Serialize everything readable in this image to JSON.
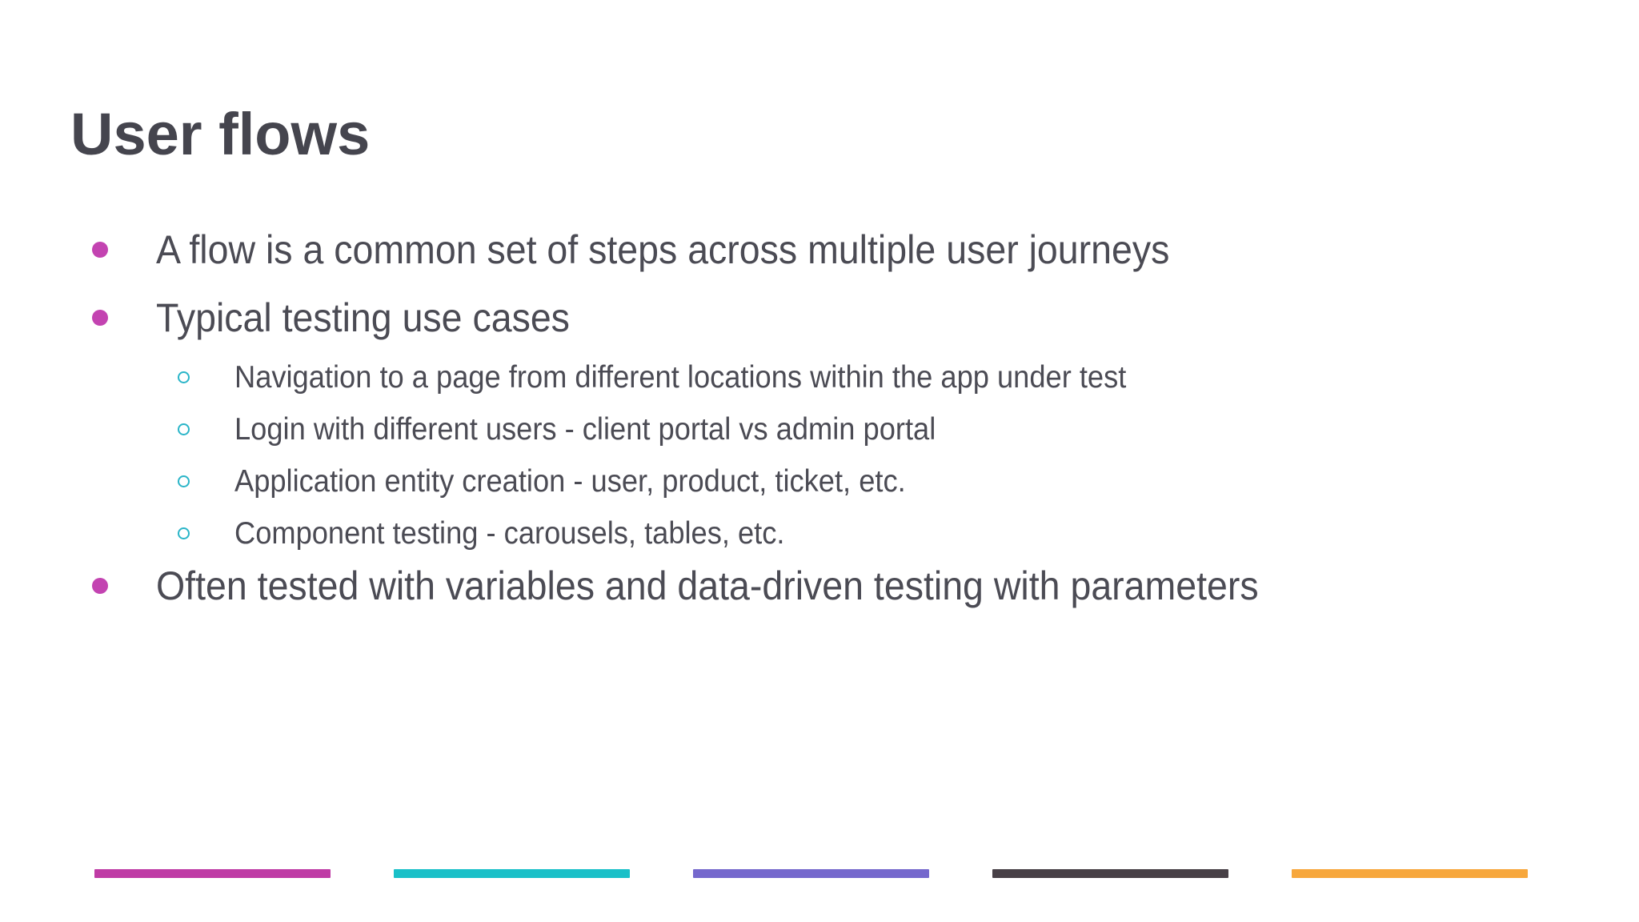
{
  "slide": {
    "title": "User flows",
    "bullets": [
      {
        "level": 1,
        "text": "A flow is a common set of steps across multiple user journeys"
      },
      {
        "level": 1,
        "text": "Typical testing use cases"
      },
      {
        "level": 2,
        "text": "Navigation to a page from different locations within the app under test"
      },
      {
        "level": 2,
        "text": "Login with different users - client portal vs admin portal"
      },
      {
        "level": 2,
        "text": "Application entity creation - user, product, ticket, etc."
      },
      {
        "level": 2,
        "text": "Component testing - carousels, tables, etc."
      },
      {
        "level": 1,
        "text": "Often tested with variables and data-driven testing with parameters"
      }
    ],
    "colors": {
      "background": "#ffffff",
      "title_text": "#45454e",
      "body_text": "#4b4b54",
      "bullet_dot": "#c343b1",
      "sub_bullet_ring": "#2ab5c8"
    },
    "footer_bars": [
      {
        "name": "magenta-bar",
        "color": "#bf3ba5"
      },
      {
        "name": "teal-bar",
        "color": "#19c0c8"
      },
      {
        "name": "purple-bar",
        "color": "#7568cd"
      },
      {
        "name": "charcoal-bar",
        "color": "#474046"
      },
      {
        "name": "orange-bar",
        "color": "#f7a73c"
      }
    ]
  }
}
